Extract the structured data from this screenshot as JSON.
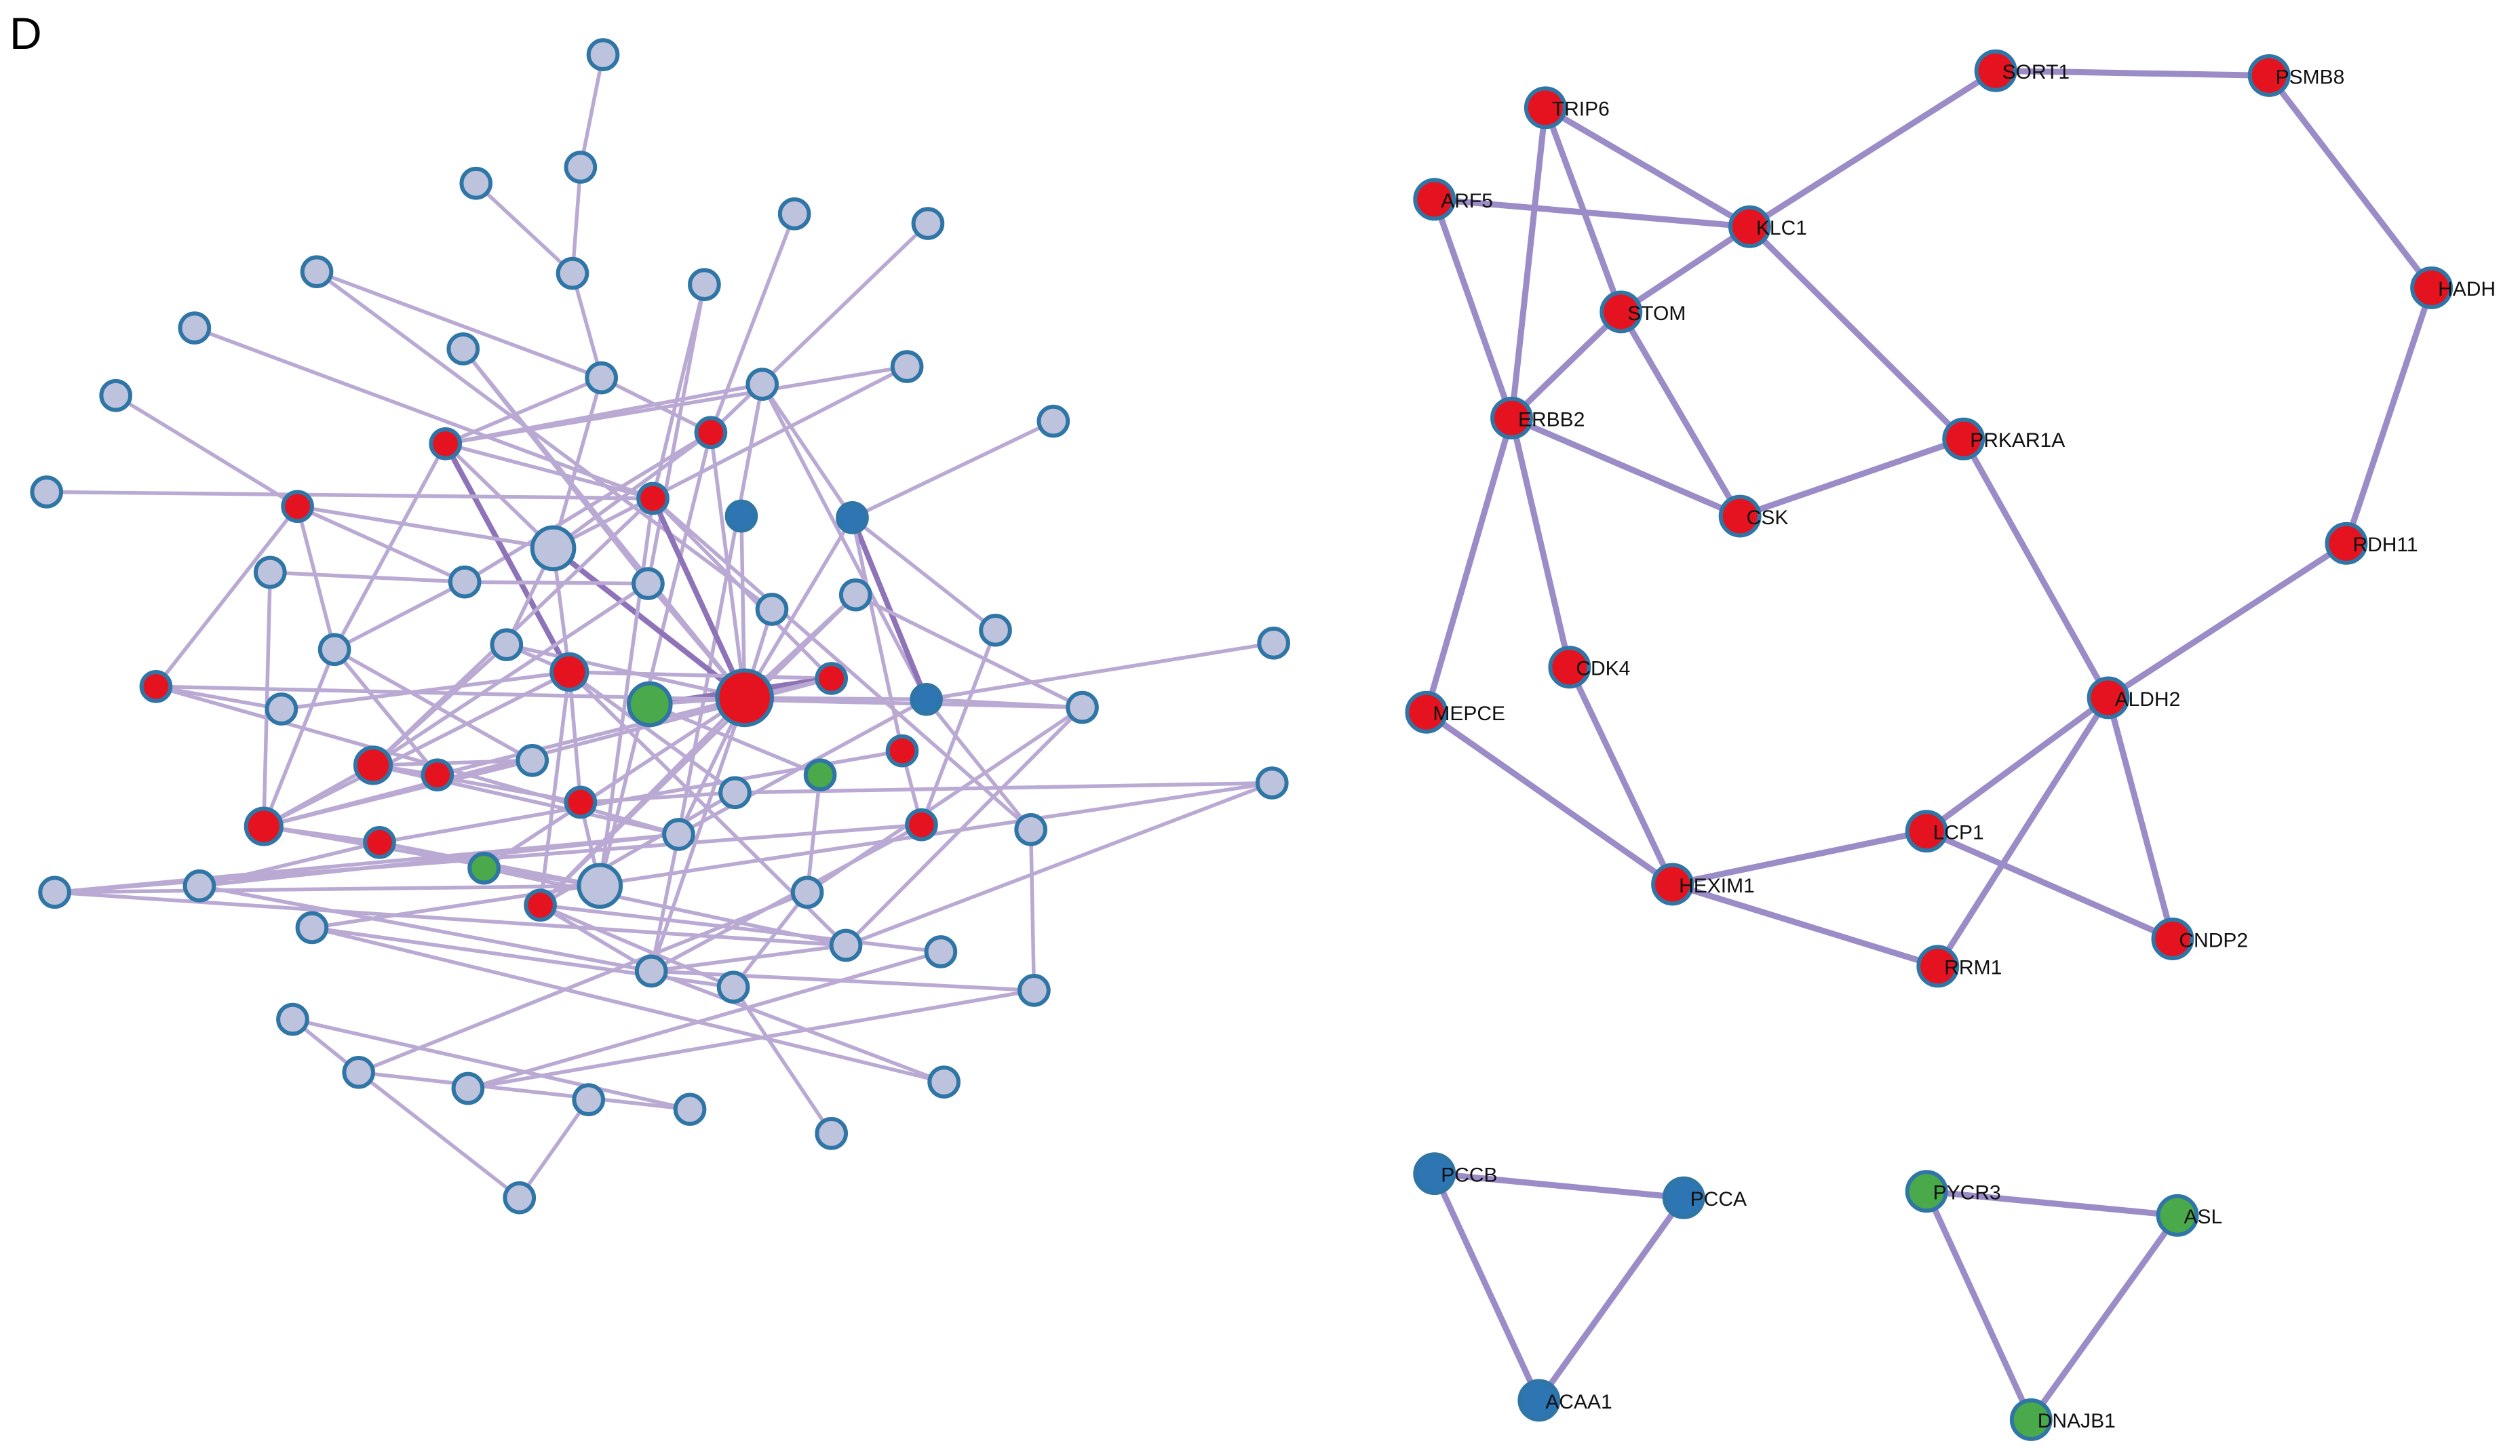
{
  "panel_label": "D",
  "colors": {
    "red": "#e5121f",
    "blue": "#2e75b4",
    "green": "#4aa94a",
    "grey": "#bdc3dd",
    "outline": "#2f76a6",
    "edge": "#9b8cc8"
  },
  "left_network": {
    "nodes": [
      {
        "id": "l1",
        "color": "grey",
        "size": "s"
      },
      {
        "id": "l2",
        "color": "grey",
        "size": "s"
      },
      {
        "id": "l3",
        "color": "grey",
        "size": "s"
      },
      {
        "id": "l4",
        "color": "grey",
        "size": "s"
      },
      {
        "id": "l5",
        "color": "grey",
        "size": "s"
      },
      {
        "id": "l6",
        "color": "grey",
        "size": "s"
      },
      {
        "id": "l7",
        "color": "grey",
        "size": "s"
      },
      {
        "id": "l8",
        "color": "grey",
        "size": "s"
      },
      {
        "id": "l9",
        "color": "grey",
        "size": "s"
      },
      {
        "id": "l10",
        "color": "grey",
        "size": "s"
      },
      {
        "id": "l11",
        "color": "grey",
        "size": "s"
      },
      {
        "id": "l12",
        "color": "grey",
        "size": "s"
      },
      {
        "id": "l13",
        "color": "grey",
        "size": "s"
      },
      {
        "id": "l14",
        "color": "grey",
        "size": "s"
      },
      {
        "id": "l15",
        "color": "red",
        "size": "s"
      },
      {
        "id": "l16",
        "color": "red",
        "size": "s"
      },
      {
        "id": "l17",
        "color": "grey",
        "size": "s"
      },
      {
        "id": "l18",
        "color": "red",
        "size": "s"
      },
      {
        "id": "l19",
        "color": "grey",
        "size": "l"
      },
      {
        "id": "l20",
        "color": "grey",
        "size": "s"
      },
      {
        "id": "l21",
        "color": "blue",
        "size": "s"
      },
      {
        "id": "l22",
        "color": "red",
        "size": "s"
      },
      {
        "id": "l23",
        "color": "grey",
        "size": "s"
      },
      {
        "id": "l24",
        "color": "grey",
        "size": "s"
      },
      {
        "id": "l25",
        "color": "grey",
        "size": "s"
      },
      {
        "id": "l26",
        "color": "grey",
        "size": "s"
      },
      {
        "id": "l27",
        "color": "grey",
        "size": "s"
      },
      {
        "id": "l28",
        "color": "blue",
        "size": "s"
      },
      {
        "id": "l29",
        "color": "grey",
        "size": "s"
      },
      {
        "id": "l30",
        "color": "red",
        "size": "s"
      },
      {
        "id": "l31",
        "color": "grey",
        "size": "s"
      },
      {
        "id": "l32",
        "color": "red",
        "size": "m"
      },
      {
        "id": "l33",
        "color": "red",
        "size": "s"
      },
      {
        "id": "l34",
        "color": "green",
        "size": "l"
      },
      {
        "id": "l35",
        "color": "red",
        "size": "xl"
      },
      {
        "id": "l36",
        "color": "blue",
        "size": "s"
      },
      {
        "id": "l37",
        "color": "grey",
        "size": "s"
      },
      {
        "id": "l38",
        "color": "grey",
        "size": "s"
      },
      {
        "id": "l39",
        "color": "grey",
        "size": "s"
      },
      {
        "id": "l40",
        "color": "grey",
        "size": "s"
      },
      {
        "id": "l41",
        "color": "red",
        "size": "m"
      },
      {
        "id": "l42",
        "color": "red",
        "size": "s"
      },
      {
        "id": "l43",
        "color": "grey",
        "size": "s"
      },
      {
        "id": "l44",
        "color": "red",
        "size": "s"
      },
      {
        "id": "l45",
        "color": "grey",
        "size": "s"
      },
      {
        "id": "l46",
        "color": "green",
        "size": "s"
      },
      {
        "id": "l47",
        "color": "red",
        "size": "s"
      },
      {
        "id": "l48",
        "color": "grey",
        "size": "s"
      },
      {
        "id": "l49",
        "color": "red",
        "size": "m"
      },
      {
        "id": "l50",
        "color": "red",
        "size": "s"
      },
      {
        "id": "l51",
        "color": "green",
        "size": "s"
      },
      {
        "id": "l52",
        "color": "red",
        "size": "s"
      },
      {
        "id": "l53",
        "color": "grey",
        "size": "s"
      },
      {
        "id": "l54",
        "color": "grey",
        "size": "s"
      },
      {
        "id": "l55",
        "color": "grey",
        "size": "l"
      },
      {
        "id": "l56",
        "color": "red",
        "size": "s"
      },
      {
        "id": "l57",
        "color": "grey",
        "size": "s"
      },
      {
        "id": "l58",
        "color": "grey",
        "size": "s"
      },
      {
        "id": "l59",
        "color": "grey",
        "size": "s"
      },
      {
        "id": "l60",
        "color": "grey",
        "size": "s"
      },
      {
        "id": "l61",
        "color": "grey",
        "size": "s"
      },
      {
        "id": "l62",
        "color": "grey",
        "size": "s"
      },
      {
        "id": "l63",
        "color": "grey",
        "size": "s"
      },
      {
        "id": "l64",
        "color": "grey",
        "size": "s"
      },
      {
        "id": "l65",
        "color": "grey",
        "size": "s"
      },
      {
        "id": "l66",
        "color": "grey",
        "size": "s"
      },
      {
        "id": "l67",
        "color": "grey",
        "size": "s"
      },
      {
        "id": "l68",
        "color": "grey",
        "size": "s"
      },
      {
        "id": "l69",
        "color": "grey",
        "size": "s"
      },
      {
        "id": "l70",
        "color": "grey",
        "size": "s"
      },
      {
        "id": "l71",
        "color": "grey",
        "size": "s"
      },
      {
        "id": "l72",
        "color": "grey",
        "size": "s"
      },
      {
        "id": "l73",
        "color": "grey",
        "size": "s"
      }
    ],
    "edges": [
      [
        "l1",
        "l2"
      ],
      [
        "l2",
        "l7"
      ],
      [
        "l3",
        "l7"
      ],
      [
        "l7",
        "l20"
      ],
      [
        "l20",
        "l19"
      ],
      [
        "l4",
        "l15"
      ],
      [
        "l5",
        "l15"
      ],
      [
        "l6",
        "l20"
      ],
      [
        "l6",
        "l31"
      ],
      [
        "l8",
        "l22"
      ],
      [
        "l8",
        "l24"
      ],
      [
        "l9",
        "l22"
      ],
      [
        "l10",
        "l24"
      ],
      [
        "l10",
        "l35"
      ],
      [
        "l11",
        "l19"
      ],
      [
        "l11",
        "l16"
      ],
      [
        "l12",
        "l18"
      ],
      [
        "l13",
        "l28"
      ],
      [
        "l14",
        "l16"
      ],
      [
        "l14",
        "l28"
      ],
      [
        "l14",
        "l48"
      ],
      [
        "l14",
        "l36"
      ],
      [
        "l15",
        "l19"
      ],
      [
        "l15",
        "l20"
      ],
      [
        "l15",
        "l23"
      ],
      [
        "l15",
        "l35"
      ],
      [
        "l15",
        "l55"
      ],
      [
        "l16",
        "l19"
      ],
      [
        "l16",
        "l22"
      ],
      [
        "l16",
        "l32"
      ],
      [
        "l16",
        "l26"
      ],
      [
        "l17",
        "l22"
      ],
      [
        "l18",
        "l23"
      ],
      [
        "l18",
        "l33"
      ],
      [
        "l18",
        "l19"
      ],
      [
        "l18",
        "l26"
      ],
      [
        "l19",
        "l27"
      ],
      [
        "l19",
        "l32"
      ],
      [
        "l19",
        "l35"
      ],
      [
        "l20",
        "l16"
      ],
      [
        "l21",
        "l35"
      ],
      [
        "l22",
        "l55"
      ],
      [
        "l22",
        "l53"
      ],
      [
        "l22",
        "l35"
      ],
      [
        "l22",
        "l41"
      ],
      [
        "l22",
        "l30"
      ],
      [
        "l23",
        "l24"
      ],
      [
        "l23",
        "l26"
      ],
      [
        "l23",
        "l25"
      ],
      [
        "l24",
        "l41"
      ],
      [
        "l24",
        "l35"
      ],
      [
        "l26",
        "l43"
      ],
      [
        "l26",
        "l42"
      ],
      [
        "l26",
        "l49"
      ],
      [
        "l27",
        "l41"
      ],
      [
        "l27",
        "l35"
      ],
      [
        "l27",
        "l32"
      ],
      [
        "l28",
        "l35"
      ],
      [
        "l28",
        "l29"
      ],
      [
        "l28",
        "l36"
      ],
      [
        "l28",
        "l47"
      ],
      [
        "l29",
        "l52"
      ],
      [
        "l30",
        "l49"
      ],
      [
        "l30",
        "l32"
      ],
      [
        "l30",
        "l34"
      ],
      [
        "l30",
        "l35"
      ],
      [
        "l31",
        "l35"
      ],
      [
        "l32",
        "l38"
      ],
      [
        "l32",
        "l45"
      ],
      [
        "l32",
        "l44"
      ],
      [
        "l32",
        "l49"
      ],
      [
        "l32",
        "l56"
      ],
      [
        "l32",
        "l60"
      ],
      [
        "l33",
        "l38"
      ],
      [
        "l33",
        "l37"
      ],
      [
        "l34",
        "l35"
      ],
      [
        "l34",
        "l46"
      ],
      [
        "l35",
        "l40"
      ],
      [
        "l35",
        "l42"
      ],
      [
        "l35",
        "l48"
      ],
      [
        "l35",
        "l51"
      ],
      [
        "l35",
        "l62"
      ],
      [
        "l35",
        "l56"
      ],
      [
        "l35",
        "l36"
      ],
      [
        "l36",
        "l39"
      ],
      [
        "l36",
        "l53"
      ],
      [
        "l36",
        "l37"
      ],
      [
        "l36",
        "l48"
      ],
      [
        "l37",
        "l40"
      ],
      [
        "l37",
        "l57"
      ],
      [
        "l37",
        "l60"
      ],
      [
        "l40",
        "l56"
      ],
      [
        "l41",
        "l48"
      ],
      [
        "l41",
        "l42"
      ],
      [
        "l41",
        "l43"
      ],
      [
        "l41",
        "l44"
      ],
      [
        "l41",
        "l49"
      ],
      [
        "l43",
        "l49"
      ],
      [
        "l44",
        "l55"
      ],
      [
        "l44",
        "l45"
      ],
      [
        "l45",
        "l56"
      ],
      [
        "l45",
        "l59"
      ],
      [
        "l47",
        "l50"
      ],
      [
        "l47",
        "l52"
      ],
      [
        "l48",
        "l54"
      ],
      [
        "l48",
        "l58"
      ],
      [
        "l48",
        "l62"
      ],
      [
        "l49",
        "l50"
      ],
      [
        "l49",
        "l55"
      ],
      [
        "l50",
        "l54"
      ],
      [
        "l50",
        "l55"
      ],
      [
        "l51",
        "l55"
      ],
      [
        "l51",
        "l60"
      ],
      [
        "l52",
        "l58"
      ],
      [
        "l52",
        "l62"
      ],
      [
        "l53",
        "l64"
      ],
      [
        "l54",
        "l62"
      ],
      [
        "l55",
        "l58"
      ],
      [
        "l56",
        "l61"
      ],
      [
        "l56",
        "l62"
      ],
      [
        "l56",
        "l63"
      ],
      [
        "l57",
        "l63"
      ],
      [
        "l57",
        "l69"
      ],
      [
        "l58",
        "l60"
      ],
      [
        "l59",
        "l60"
      ],
      [
        "l59",
        "l65"
      ],
      [
        "l60",
        "l62"
      ],
      [
        "l61",
        "l68"
      ],
      [
        "l62",
        "l64"
      ],
      [
        "l62",
        "l67"
      ],
      [
        "l63",
        "l65"
      ],
      [
        "l63",
        "l72"
      ],
      [
        "l64",
        "l68"
      ],
      [
        "l66",
        "l69"
      ],
      [
        "l66",
        "l71"
      ],
      [
        "l69",
        "l71"
      ],
      [
        "l69",
        "l73"
      ],
      [
        "l70",
        "l73"
      ],
      [
        "l67",
        "l65"
      ],
      [
        "l25",
        "l49"
      ],
      [
        "l46",
        "l57"
      ],
      [
        "l42",
        "l26"
      ],
      [
        "l33",
        "l48"
      ]
    ],
    "strong_edges": [
      [
        "l19",
        "l35"
      ],
      [
        "l22",
        "l35"
      ],
      [
        "l16",
        "l32"
      ],
      [
        "l30",
        "l34"
      ],
      [
        "l28",
        "l36"
      ]
    ]
  },
  "right_network": {
    "nodes": [
      {
        "id": "TRIP6",
        "label": "TRIP6",
        "color": "red"
      },
      {
        "id": "SORT1",
        "label": "SORT1",
        "color": "red"
      },
      {
        "id": "PSMB8",
        "label": "PSMB8",
        "color": "red"
      },
      {
        "id": "ARF5",
        "label": "ARF5",
        "color": "red"
      },
      {
        "id": "KLC1",
        "label": "KLC1",
        "color": "red"
      },
      {
        "id": "HADH",
        "label": "HADH",
        "color": "red"
      },
      {
        "id": "STOM",
        "label": "STOM",
        "color": "red"
      },
      {
        "id": "ERBB2",
        "label": "ERBB2",
        "color": "red"
      },
      {
        "id": "PRKAR1A",
        "label": "PRKAR1A",
        "color": "red"
      },
      {
        "id": "CSK",
        "label": "CSK",
        "color": "red"
      },
      {
        "id": "RDH11",
        "label": "RDH11",
        "color": "red"
      },
      {
        "id": "CDK4",
        "label": "CDK4",
        "color": "red"
      },
      {
        "id": "MEPCE",
        "label": "MEPCE",
        "color": "red"
      },
      {
        "id": "ALDH2",
        "label": "ALDH2",
        "color": "red"
      },
      {
        "id": "LCP1",
        "label": "LCP1",
        "color": "red"
      },
      {
        "id": "HEXIM1",
        "label": "HEXIM1",
        "color": "red"
      },
      {
        "id": "CNDP2",
        "label": "CNDP2",
        "color": "red"
      },
      {
        "id": "RRM1",
        "label": "RRM1",
        "color": "red"
      },
      {
        "id": "PCCB",
        "label": "PCCB",
        "color": "blue"
      },
      {
        "id": "PCCA",
        "label": "PCCA",
        "color": "blue"
      },
      {
        "id": "ACAA1",
        "label": "ACAA1",
        "color": "blue"
      },
      {
        "id": "PYCR3",
        "label": "PYCR3",
        "color": "green"
      },
      {
        "id": "ASL",
        "label": "ASL",
        "color": "green"
      },
      {
        "id": "DNAJB1",
        "label": "DNAJB1",
        "color": "green"
      }
    ],
    "edges": [
      [
        "TRIP6",
        "KLC1"
      ],
      [
        "TRIP6",
        "STOM"
      ],
      [
        "TRIP6",
        "ERBB2"
      ],
      [
        "ARF5",
        "KLC1"
      ],
      [
        "ARF5",
        "ERBB2"
      ],
      [
        "KLC1",
        "SORT1"
      ],
      [
        "KLC1",
        "STOM"
      ],
      [
        "KLC1",
        "PRKAR1A"
      ],
      [
        "SORT1",
        "PSMB8"
      ],
      [
        "PSMB8",
        "HADH"
      ],
      [
        "HADH",
        "RDH11"
      ],
      [
        "RDH11",
        "ALDH2"
      ],
      [
        "STOM",
        "ERBB2"
      ],
      [
        "STOM",
        "CSK"
      ],
      [
        "ERBB2",
        "CSK"
      ],
      [
        "ERBB2",
        "CDK4"
      ],
      [
        "ERBB2",
        "MEPCE"
      ],
      [
        "CSK",
        "PRKAR1A"
      ],
      [
        "PRKAR1A",
        "ALDH2"
      ],
      [
        "ALDH2",
        "LCP1"
      ],
      [
        "ALDH2",
        "RRM1"
      ],
      [
        "ALDH2",
        "CNDP2"
      ],
      [
        "LCP1",
        "CNDP2"
      ],
      [
        "LCP1",
        "HEXIM1"
      ],
      [
        "CDK4",
        "HEXIM1"
      ],
      [
        "MEPCE",
        "HEXIM1"
      ],
      [
        "HEXIM1",
        "RRM1"
      ],
      [
        "PCCB",
        "PCCA"
      ],
      [
        "PCCB",
        "ACAA1"
      ],
      [
        "PCCA",
        "ACAA1"
      ],
      [
        "PYCR3",
        "ASL"
      ],
      [
        "PYCR3",
        "DNAJB1"
      ],
      [
        "ASL",
        "DNAJB1"
      ]
    ]
  }
}
